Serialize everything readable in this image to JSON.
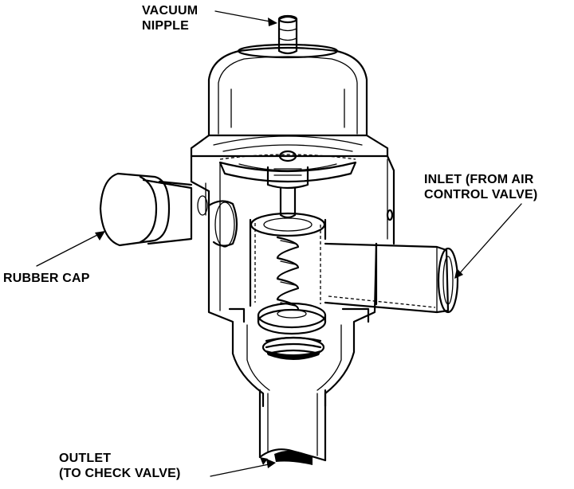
{
  "labels": {
    "vacuum_nipple": {
      "line1": "VACUUM",
      "line2": "NIPPLE"
    },
    "inlet": {
      "line1": "INLET (FROM AIR",
      "line2": "CONTROL VALVE)"
    },
    "rubber_cap": {
      "line1": "RUBBER CAP"
    },
    "outlet": {
      "line1": "OUTLET",
      "line2": "(TO CHECK VALVE)"
    }
  },
  "colors": {
    "ink": "#000000",
    "background": "#ffffff"
  }
}
